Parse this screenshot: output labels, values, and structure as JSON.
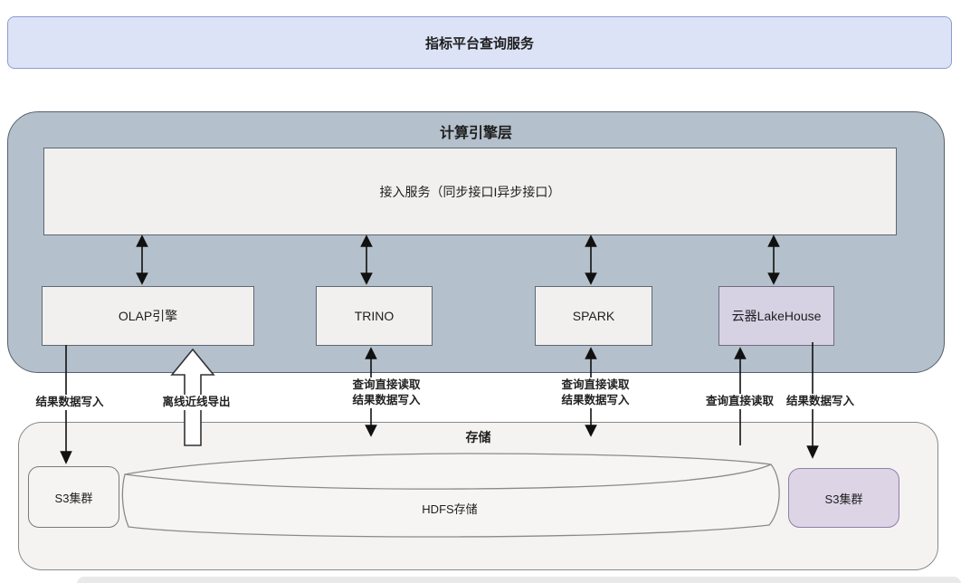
{
  "banner": {
    "title": "指标平台查询服务"
  },
  "engine_layer": {
    "title": "计算引擎层",
    "access_service": "接入服务（同步接口I异步接口）",
    "engines": [
      {
        "label": "OLAP引擎"
      },
      {
        "label": "TRINO"
      },
      {
        "label": "SPARK"
      },
      {
        "label": "云器LakeHouse"
      }
    ]
  },
  "flows": {
    "olap_write": "结果数据写入",
    "offline_export": "离线近线导出",
    "trino": {
      "line1": "查询直接读取",
      "line2": "结果数据写入"
    },
    "spark": {
      "line1": "查询直接读取",
      "line2": "结果数据写入"
    },
    "lakehouse": {
      "read": "查询直接读取",
      "write": "结果数据写入"
    }
  },
  "storage_layer": {
    "title": "存储",
    "s3_left": "S3集群",
    "hdfs": "HDFS存储",
    "s3_right": "S3集群"
  },
  "colors": {
    "banner_fill": "#dce3f7",
    "banner_border": "#8d9cd1",
    "engine_layer_fill": "#b4c0cb",
    "box_fill": "#f1f0ef",
    "lakehouse_fill": "#d6d2e4",
    "storage_fill": "#f4f3f2",
    "s3_right_fill": "#ddd4e6",
    "s3_right_border": "#8f7fa8",
    "arrow": "#111111"
  }
}
